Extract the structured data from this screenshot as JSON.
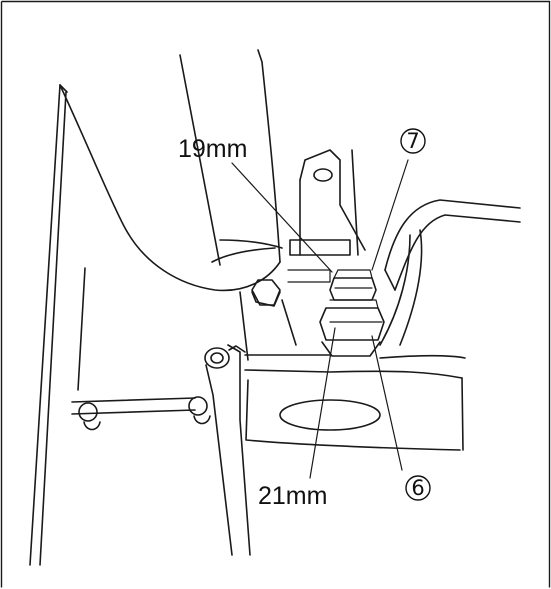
{
  "labels": {
    "wrench_upper": "19mm",
    "wrench_lower": "21mm"
  },
  "callouts": {
    "upper_number": "7",
    "lower_number": "6"
  }
}
